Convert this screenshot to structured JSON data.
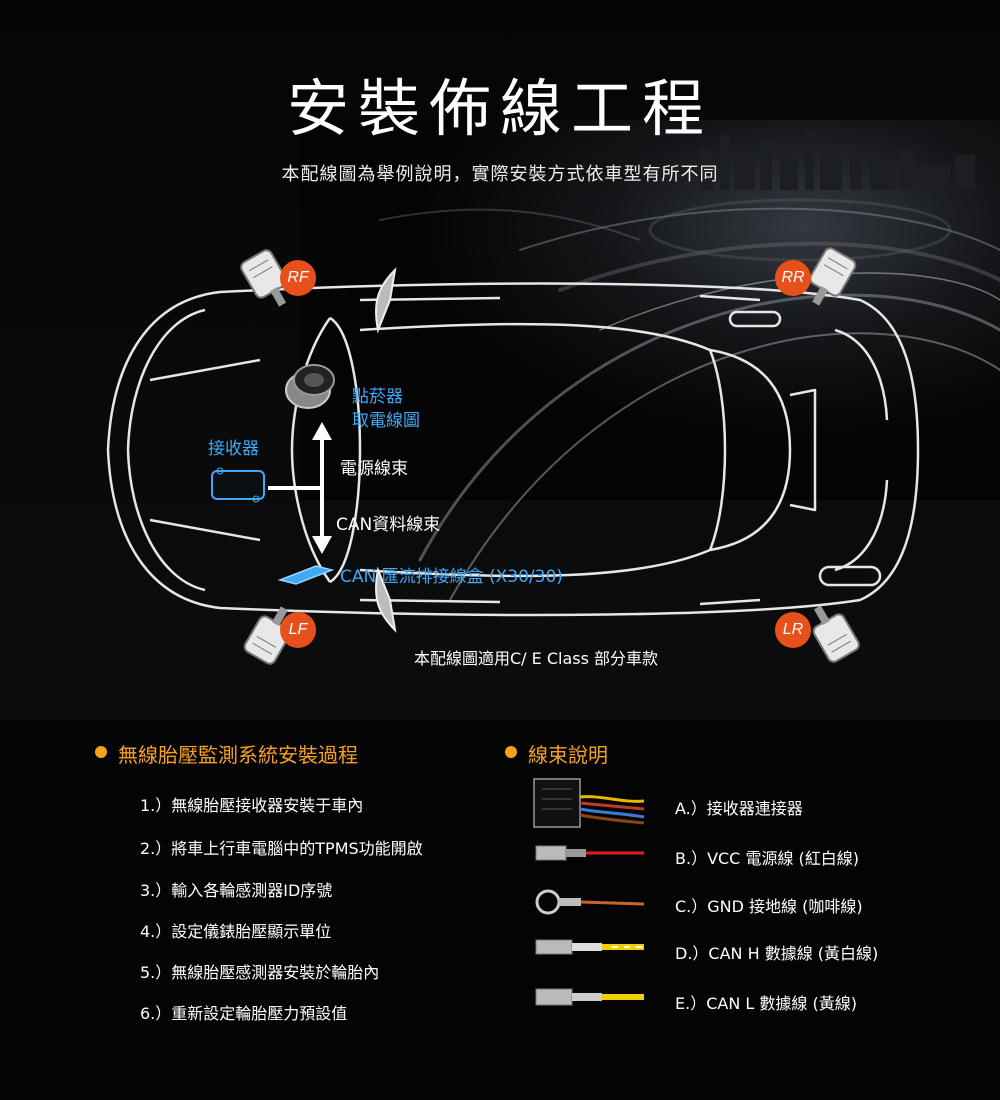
{
  "title": "安裝佈線工程",
  "subtitle": "本配線圖為舉例說明，實際安裝方式依車型有所不同",
  "car_diagram": {
    "badges": {
      "rf": "RF",
      "rr": "RR",
      "lf": "LF",
      "lr": "LR"
    },
    "cigarette_label_line1": "點菸器",
    "cigarette_label_line2": "取電線圖",
    "receiver_label": "接收器",
    "power_harness_label": "電源線束",
    "can_harness_label": "CAN資料線束",
    "can_box_label": "CAN 匯流排接線盒 (X30/30)",
    "applicability_note": "本配線圖適用C/ E Class 部分車款"
  },
  "install_process": {
    "title": "無線胎壓監測系統安裝過程",
    "steps": [
      "1.）無線胎壓接收器安裝于車內",
      "2.）將車上行車電腦中的TPMS功能開啟",
      "3.）輸入各輪感測器ID序號",
      "4.）設定儀錶胎壓顯示單位",
      "5.）無線胎壓感測器安裝於輪胎內",
      "6.）重新設定輪胎壓力預設值"
    ]
  },
  "harness_description": {
    "title": "線束說明",
    "items": [
      {
        "label": "A.）接收器連接器",
        "icon": "receiver-connector-icon"
      },
      {
        "label": "B.）VCC 電源線 (紅白線)",
        "icon": "vcc-wire-icon"
      },
      {
        "label": "C.）GND 接地線 (咖啡線)",
        "icon": "gnd-ring-wire-icon"
      },
      {
        "label": "D.）CAN H 數據線 (黃白線)",
        "icon": "can-h-wire-icon"
      },
      {
        "label": "E.）CAN L 數據線 (黃線)",
        "icon": "can-l-wire-icon"
      }
    ]
  },
  "colors": {
    "accent_orange": "#f7a21b",
    "badge_orange": "#e8501b",
    "highlight_blue": "#3fa9f5",
    "background": "#040404"
  }
}
